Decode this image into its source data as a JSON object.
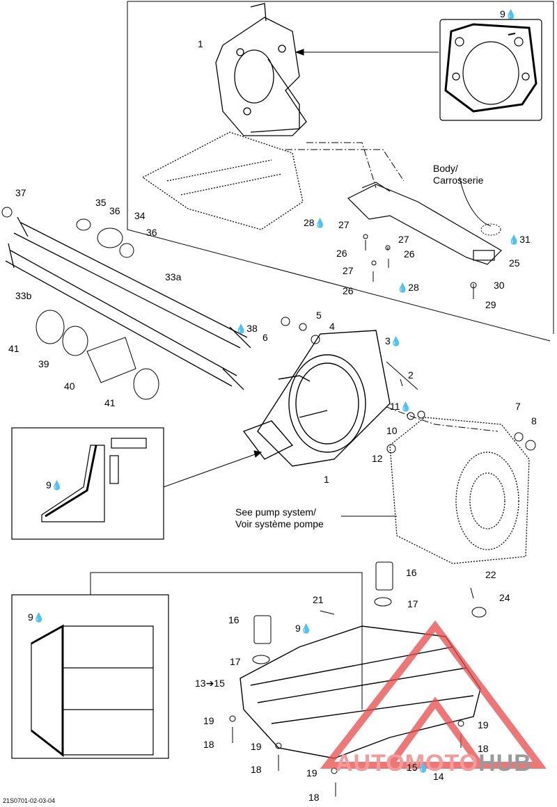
{
  "diagram_code": "21S0701-02-03-04",
  "watermark": {
    "part1": "AUTOMOTO",
    "part2": "HUB"
  },
  "notes": {
    "body": [
      "Body/",
      "Carrosserie"
    ],
    "pump": [
      "See pump system/",
      "Voir système pompe"
    ]
  },
  "callouts": {
    "c1a": "1",
    "c9a": "9",
    "c28a": "28",
    "c27a": "27",
    "c26a": "26",
    "c27b": "27",
    "c26b": "26",
    "c27c": "27",
    "c26c": "26",
    "c28b": "28",
    "c31": "31",
    "c25": "25",
    "c30": "30",
    "c29": "29",
    "c37": "37",
    "c35": "35",
    "c36a": "36",
    "c34": "34",
    "c36b": "36",
    "c33a": "33a",
    "c33b": "33b",
    "c38": "38",
    "c41a": "41",
    "c39": "39",
    "c40": "40",
    "c41b": "41",
    "c5": "5",
    "c4": "4",
    "c6": "6",
    "c3": "3",
    "c2": "2",
    "c11": "11",
    "c10": "10",
    "c12": "12",
    "c7": "7",
    "c8": "8",
    "c9b": "9",
    "c1b": "1",
    "c16a": "16",
    "c17a": "17",
    "c22": "22",
    "c24": "24",
    "c21": "21",
    "c9c": "9",
    "c9d": "9",
    "c16b": "16",
    "c17b": "17",
    "c13": "13➔15",
    "c19a": "19",
    "c18a": "18",
    "c19b": "19",
    "c18b": "18",
    "c19c": "19",
    "c18c": "18",
    "c19d": "19",
    "c18d": "18",
    "c15": "15",
    "c14": "14"
  },
  "colors": {
    "line": "#000000",
    "watermark_red": "#e84a4a",
    "watermark_gray": "#9a9a9a"
  }
}
